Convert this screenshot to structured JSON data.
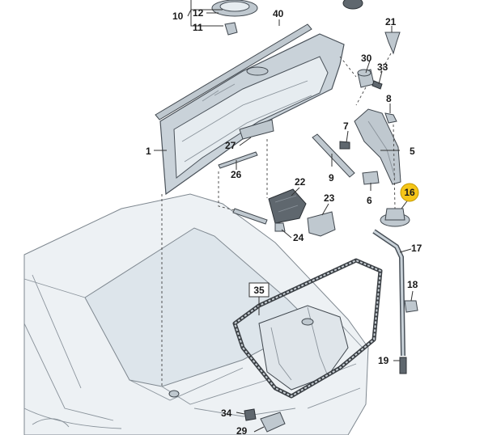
{
  "diagram": {
    "callouts": [
      {
        "id": "c1",
        "text": "1"
      },
      {
        "id": "c5",
        "text": "5"
      },
      {
        "id": "c6",
        "text": "6"
      },
      {
        "id": "c7",
        "text": "7"
      },
      {
        "id": "c8",
        "text": "8"
      },
      {
        "id": "c9",
        "text": "9"
      },
      {
        "id": "c10",
        "text": "10"
      },
      {
        "id": "c11",
        "text": "11"
      },
      {
        "id": "c12",
        "text": "12"
      },
      {
        "id": "c16",
        "text": "16",
        "highlighted": true
      },
      {
        "id": "c17",
        "text": "17"
      },
      {
        "id": "c18",
        "text": "18"
      },
      {
        "id": "c19",
        "text": "19"
      },
      {
        "id": "c21",
        "text": "21"
      },
      {
        "id": "c22",
        "text": "22"
      },
      {
        "id": "c23",
        "text": "23"
      },
      {
        "id": "c24",
        "text": "24"
      },
      {
        "id": "c26",
        "text": "26"
      },
      {
        "id": "c27",
        "text": "27"
      },
      {
        "id": "c29",
        "text": "29"
      },
      {
        "id": "c30",
        "text": "30"
      },
      {
        "id": "c33",
        "text": "33"
      },
      {
        "id": "c34",
        "text": "34"
      },
      {
        "id": "c35",
        "text": "35",
        "boxed": true
      },
      {
        "id": "c40",
        "text": "40"
      }
    ],
    "colors": {
      "highlight": "#f5c518",
      "line": "#333333",
      "part_fill": "#c9d2d9",
      "car_fill": "#edf1f4"
    }
  }
}
